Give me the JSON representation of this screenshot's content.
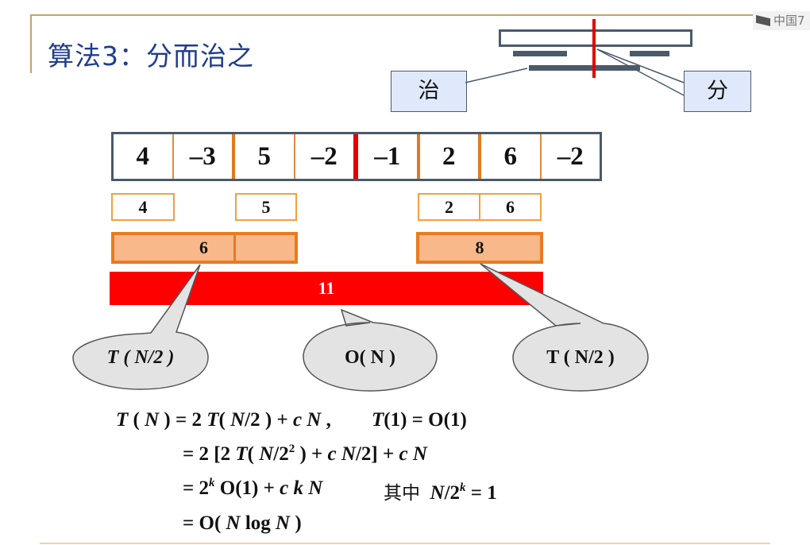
{
  "title": "算法3：分而治之",
  "watermark": "中国7",
  "legend": {
    "conquer_label": "治",
    "divide_label": "分"
  },
  "array": [
    "4",
    "–3",
    "5",
    "–2",
    "–1",
    "2",
    "6",
    "–2"
  ],
  "subresults": {
    "left_a": "4",
    "left_b": "5",
    "right_a": "2",
    "right_b": "6"
  },
  "merged": {
    "left": "6",
    "right": "8",
    "total": "11"
  },
  "bubbles": {
    "left": "T ( N/2 )",
    "middle": "O( N )",
    "right": "T ( N/2 )"
  },
  "formulas": {
    "line1_prefix": "T",
    "line1_a": " ( ",
    "line1_N": "N",
    "line1_b": " ) = 2 ",
    "line1_T": "T",
    "line1_c": "( ",
    "line1_N2": "N",
    "line1_d": "/2 ) + ",
    "line1_cN": "c N",
    "line1_e": " ,",
    "line1b_T": "T",
    "line1b_rest": "(1) = O(1)",
    "line2_a": "= 2 [2 ",
    "line2_T": "T",
    "line2_b": "( ",
    "line2_N": "N",
    "line2_c": "/2",
    "line2_sup": "2",
    "line2_d": " ) + ",
    "line2_cN": "c N",
    "line2_e": "/2] + ",
    "line2_cN2": "c N",
    "line3_a": "= 2",
    "line3_sup": "k",
    "line3_b": " O(1) + ",
    "line3_ckN": "c k N",
    "line3b_cjk": "其中",
    "line3b_N": "N",
    "line3b_a": "/2",
    "line3b_sup": "k",
    "line3b_b": " = 1",
    "line4_a": "= O( ",
    "line4_N": "N",
    "line4_log": " log ",
    "line4_N2": "N",
    "line4_b": " )"
  }
}
